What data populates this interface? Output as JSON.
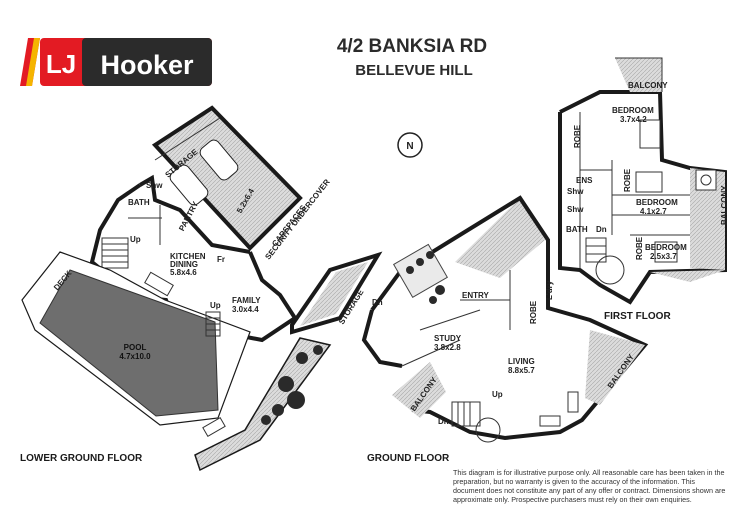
{
  "brand": {
    "logo_text": "Hooker",
    "logo_mark": "LJ",
    "colors": {
      "red": "#e31b23",
      "yellow": "#f5b400",
      "dark": "#2b2b2b"
    }
  },
  "header": {
    "address_line1": "4/2 BANKSIA RD",
    "address_line2": "BELLEVUE HILL"
  },
  "floors": {
    "lower": {
      "title": "LOWER GROUND FLOOR",
      "rooms": {
        "storage_top": "STORAGE",
        "carspace_dim": "5.2x6.4",
        "carspace_label1": "SECURITY UNDERCOVER",
        "carspace_label2": "CARSPACES",
        "shw": "Shw",
        "bath": "BATH",
        "pantry": "PANTRY",
        "up1": "Up",
        "kitchen": "KITCHEN",
        "dining": "DINING",
        "kitchen_dim": "5.8x4.6",
        "fr": "Fr",
        "deck": "DECK",
        "family": "FAMILY",
        "family_dim": "3.0x4.4",
        "up2": "Up",
        "storage_side": "STORAGE",
        "pool": "POOL",
        "pool_dim": "4.7x10.0"
      }
    },
    "ground": {
      "title": "GROUND FLOOR",
      "rooms": {
        "dn": "Dn",
        "entry": "ENTRY",
        "ldry": "L'dry",
        "robe": "ROBE",
        "study": "STUDY",
        "study_dim": "3.8x2.8",
        "living": "LIVING",
        "living_dim": "8.8x5.7",
        "balcony_left": "BALCONY",
        "balcony_right": "BALCONY",
        "up": "Up",
        "dn2": "Dn"
      }
    },
    "first": {
      "title": "FIRST FLOOR",
      "rooms": {
        "balcony_top": "BALCONY",
        "bed1": "BEDROOM",
        "bed1_dim": "3.7x4.2",
        "robe1": "ROBE",
        "ens": "ENS",
        "shw1": "Shw",
        "shw2": "Shw",
        "robe2": "ROBE",
        "bed2": "BEDROOM",
        "bed2_dim": "4.1x2.7",
        "balcony_side": "BALCONY",
        "bath": "BATH",
        "dn": "Dn",
        "robe3": "ROBE",
        "bed3": "BEDROOM",
        "bed3_dim": "2.5x3.7"
      }
    }
  },
  "compass": {
    "letter": "N"
  },
  "disclaimer": "This diagram is for illustrative purpose only. All reasonable care has been taken in the preparation, but no warranty is given to the accuracy of the information. This document does not constitute any part of any offer or contract. Dimensions shown are approximate only. Prospective purchasers must rely on their own enquiries."
}
